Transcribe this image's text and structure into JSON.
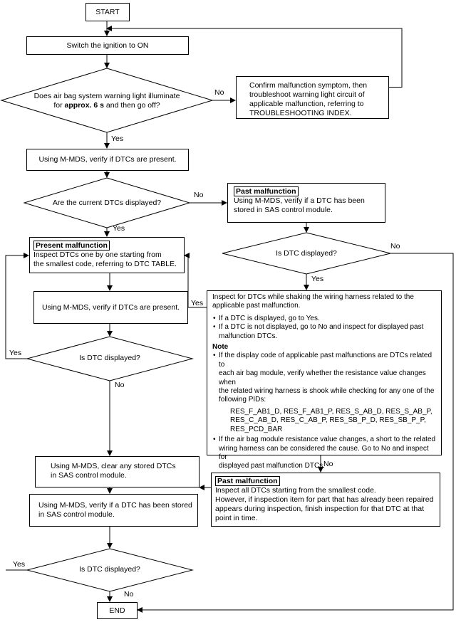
{
  "start": "START",
  "step_ignition": "Switch the ignition to ON",
  "q_warning_light": {
    "line1": "Does air bag system warning light illuminate",
    "line2_pre": "for ",
    "line2_bold": "approx. 6 s",
    "line2_post": " and then go off?"
  },
  "confirm_box": [
    "Confirm malfunction symptom, then",
    "troubleshoot warning light circuit of",
    "applicable malfunction, referring to",
    "TROUBLESHOOTING INDEX."
  ],
  "step_verify_dtc": "Using M-MDS, verify if DTCs are present.",
  "q_current_dtcs": "Are the current DTCs displayed?",
  "past_box_1": {
    "tag": "Past malfunction",
    "lines": [
      "Using M-MDS, verify if a DTC has been",
      "stored in SAS control module."
    ]
  },
  "q_dtc_right": "Is DTC displayed?",
  "present_box": {
    "tag": "Present malfunction",
    "lines": [
      "Inspect DTCs one by one starting from",
      "the smallest code, referring to DTC TABLE."
    ]
  },
  "step_verify_dtc_2": "Using M-MDS, verify if DTCs are present.",
  "q_dtc_left": "Is DTC displayed?",
  "inspect_box": {
    "intro": [
      "Inspect for DTCs while shaking the wiring harness related to the",
      "applicable past malfunction."
    ],
    "bullets": [
      [
        "If a DTC is displayed, go to Yes."
      ],
      [
        "If a DTC is not displayed, go to No and inspect for displayed past",
        "malfunction DTCs."
      ]
    ],
    "note_title": "Note",
    "note_1": [
      "If the display code of applicable past malfunctions are DTCs related to",
      "each air bag module, verify whether the resistance value changes when",
      "the related wiring harness is shook while checking for any one of the",
      "following PIDs:"
    ],
    "pids": [
      "RES_F_AB1_D, RES_F_AB1_P, RES_S_AB_D, RES_S_AB_P,",
      "RES_C_AB_D, RES_C_AB_P, RES_SB_P_D, RES_SB_P_P,",
      "RES_PCD_BAR"
    ],
    "note_2": [
      "If the air bag module resistance value changes, a short to the related",
      "wiring harness can be considered the cause. Go to No and inspect for",
      "displayed past malfunction DTCs."
    ]
  },
  "clear_box": [
    "Using M-MDS, clear any stored DTCs",
    "in SAS control module."
  ],
  "past_box_2": {
    "tag": "Past malfunction",
    "lines": [
      "Inspect all DTCs starting from the smallest code.",
      "However, if inspection item for part that has already been repaired",
      "appears during inspection, finish inspection for that DTC at that",
      "point in time."
    ]
  },
  "verify_stored_box": [
    "Using M-MDS, verify if a DTC has been stored",
    "in SAS control module."
  ],
  "q_dtc_bottom": "Is DTC displayed?",
  "end": "END",
  "labels": {
    "yes": "Yes",
    "no": "No"
  }
}
